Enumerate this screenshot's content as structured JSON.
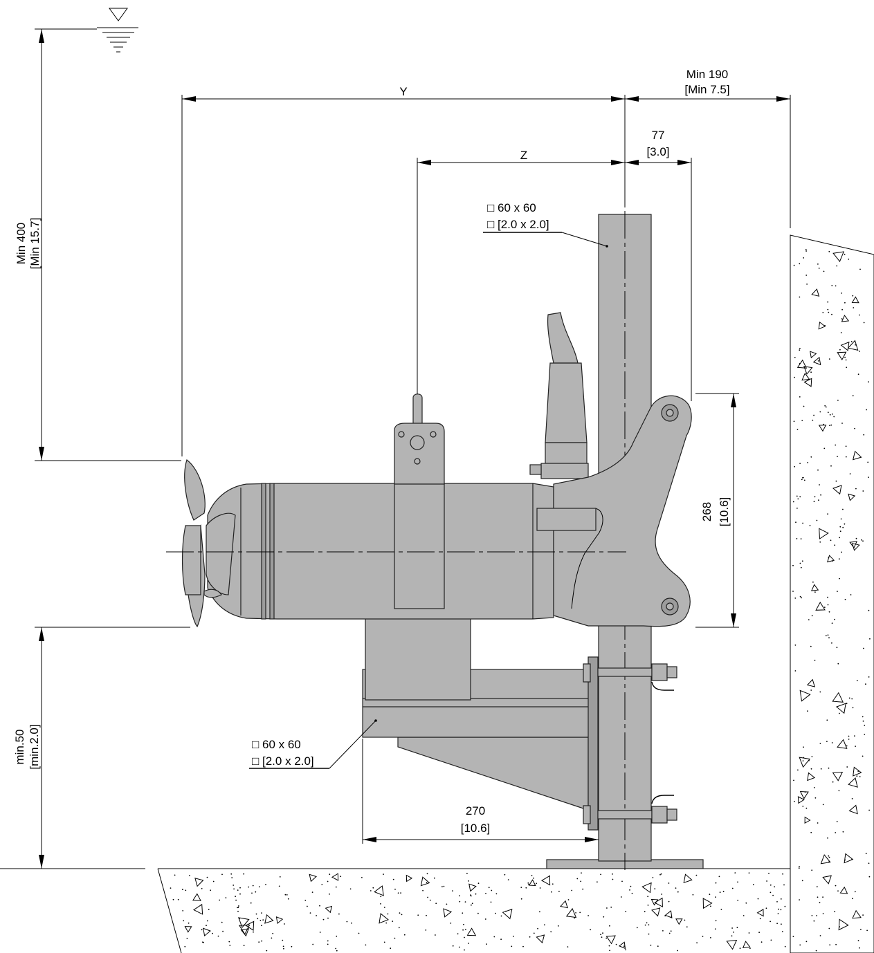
{
  "colors": {
    "part": "#b4b4b4",
    "partDark": "#9c9c9c",
    "line": "#000000",
    "background": "#ffffff"
  },
  "dimensions": {
    "y_label": "Y",
    "z_label": "Z",
    "min190": "Min 190",
    "min190_in": "[Min 7.5]",
    "d77": "77",
    "d77_in": "[3.0]",
    "min400": "Min 400",
    "min400_in": "[Min 15.7]",
    "d268": "268",
    "d268_in": "[10.6]",
    "min50": "min.50",
    "min50_in": "[min.2.0]",
    "d270": "270",
    "d270_in": "[10.6]"
  },
  "callouts": {
    "mast_size": "□ 60 x 60",
    "mast_size_in": "□ [2.0 x 2.0]",
    "arm_size": "□ 60 x 60",
    "arm_size_in": "□ [2.0 x 2.0]"
  },
  "symbols": {
    "water_level": "water-level-symbol"
  }
}
